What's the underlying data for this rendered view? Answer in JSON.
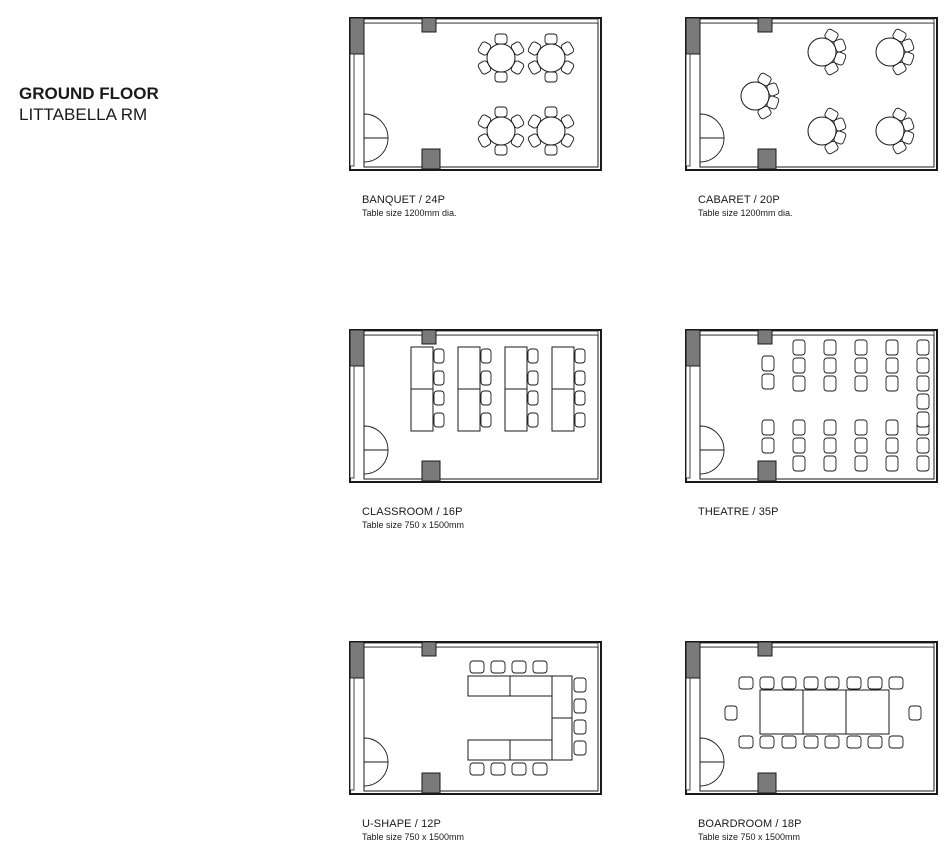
{
  "header": {
    "title": "GROUND FLOOR",
    "room": "LITTABELLA RM"
  },
  "layouts": [
    {
      "id": "banquet",
      "name": "BANQUET / 24P",
      "table_size": "Table size 1200mm dia."
    },
    {
      "id": "cabaret",
      "name": "CABARET / 20P",
      "table_size": "Table size 1200mm dia."
    },
    {
      "id": "classroom",
      "name": "CLASSROOM / 16P",
      "table_size": "Table size 750 x 1500mm"
    },
    {
      "id": "theatre",
      "name": "THEATRE / 35P",
      "table_size": ""
    },
    {
      "id": "ushape",
      "name": "U-SHAPE / 12P",
      "table_size": "Table size 750 x 1500mm"
    },
    {
      "id": "boardroom",
      "name": "BOARDROOM / 18P",
      "table_size": "Table size 750 x 1500mm"
    }
  ],
  "colors": {
    "line": "#1a1a1a",
    "column": "#7a7a7a",
    "wall": "#1a1a1a"
  }
}
